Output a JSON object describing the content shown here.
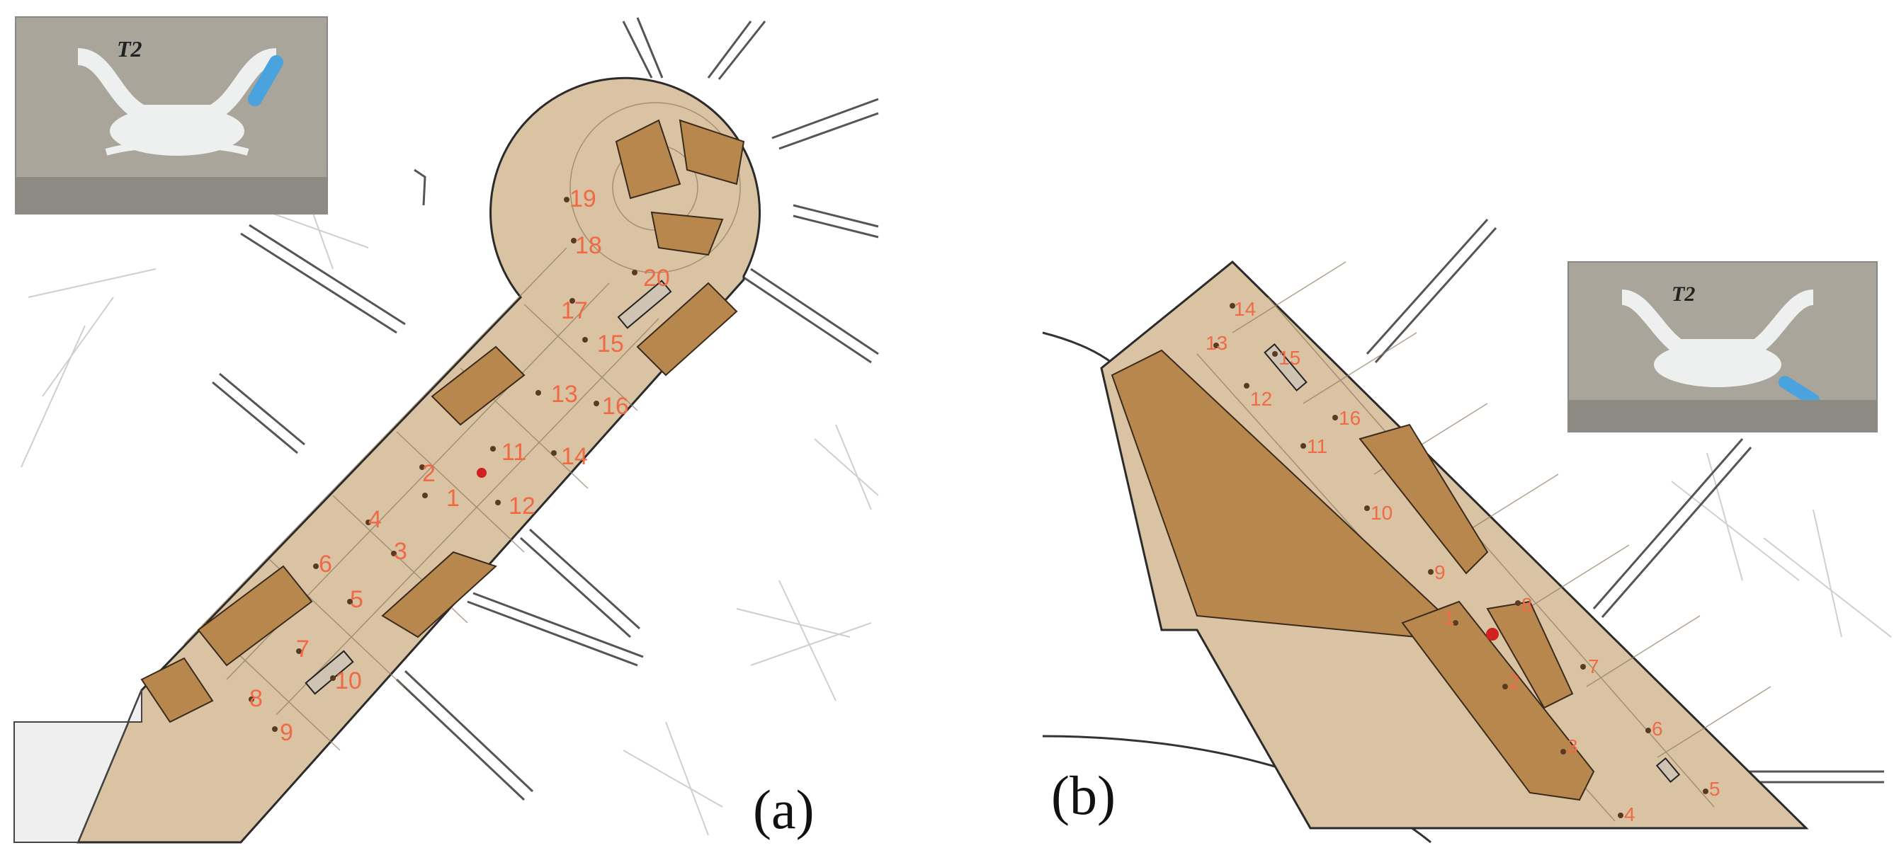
{
  "colors": {
    "floor": "#d9c3a3",
    "block": "#b8874e",
    "label": "#ef6a46",
    "marker": "#d0201f",
    "line": "#2b2b2b",
    "faint": "#c8c8c8",
    "inset_bg": "#a9a59a",
    "terminal": "#eef0f0",
    "highlight": "#4aa3df"
  },
  "panel_a": {
    "caption": "(a)",
    "inset_title": "T2",
    "points": [
      "1",
      "2",
      "3",
      "4",
      "5",
      "6",
      "7",
      "8",
      "9",
      "10",
      "11",
      "12",
      "13",
      "14",
      "15",
      "16",
      "17",
      "18",
      "19",
      "20"
    ]
  },
  "panel_b": {
    "caption": "(b)",
    "inset_title": "T2",
    "points": [
      "1",
      "2",
      "3",
      "4",
      "5",
      "6",
      "7",
      "8",
      "9",
      "10",
      "11",
      "12",
      "13",
      "14",
      "15",
      "16"
    ]
  }
}
